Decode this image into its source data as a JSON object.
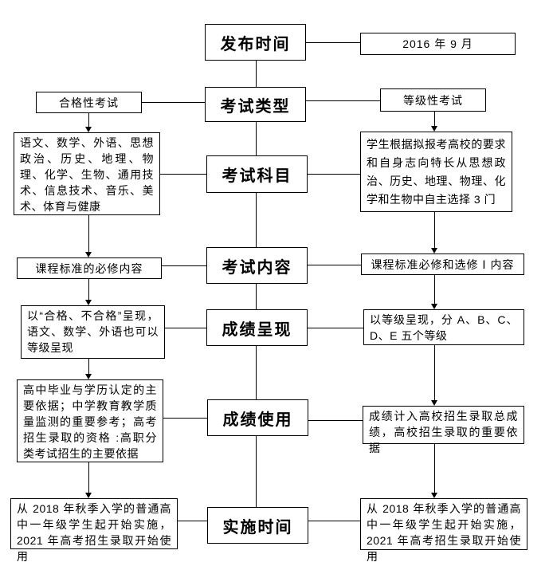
{
  "nodes": {
    "release_time": {
      "label": "发布时间"
    },
    "release_date": {
      "label": "2016 年 9 月"
    },
    "exam_type": {
      "label": "考试类型"
    },
    "qualifying_exam": {
      "label": "合格性考试"
    },
    "graded_exam": {
      "label": "等级性考试"
    },
    "exam_subjects": {
      "label": "考试科目"
    },
    "qualifying_subjects": {
      "label": "语文、数学、外语、思想政治、历史、地理、物理、化学、生物、通用技术、信息技术、音乐、美术、体育与健康"
    },
    "graded_subjects": {
      "label": "学生根据拟报考高校的要求和自身志向特长从思想政治、历史、地理、物理、化学和生物中自主选择 3 门"
    },
    "exam_content": {
      "label": "考试内容"
    },
    "qualifying_content": {
      "label": "课程标准的必修内容"
    },
    "graded_content": {
      "label": "课程标准必修和选修 Ⅰ 内容"
    },
    "score_presentation": {
      "label": "成绩呈现"
    },
    "qualifying_presentation": {
      "label": "以“合格、不合格”呈现，语文、数学、外语也可以等级呈现"
    },
    "graded_presentation": {
      "label": "以等级呈现，分 A、B、C、D、E 五个等级"
    },
    "score_usage": {
      "label": "成绩使用"
    },
    "qualifying_usage": {
      "label": "高中毕业与学历认定的主要依据；中学教育教学质量监测的重要参考；高考招生录取的资格 :高职分类考试招生的主要依据"
    },
    "graded_usage": {
      "label": "成绩计入高校招生录取总成绩，高校招生录取的重要依据"
    },
    "implementation_time": {
      "label": "实施时间"
    },
    "qualifying_implementation": {
      "label": "从 2018 年秋季入学的普通高中一年级学生起开始实施，2021 年高考招生录取开始使用"
    },
    "graded_implementation": {
      "label": "从 2018 年秋季入学的普通高中一年级学生起开始实施，2021 年高考招生录取开始使用"
    }
  },
  "colors": {
    "background": "#ffffff",
    "box_border": "#000000",
    "line": "#000000",
    "text": "#000000"
  }
}
